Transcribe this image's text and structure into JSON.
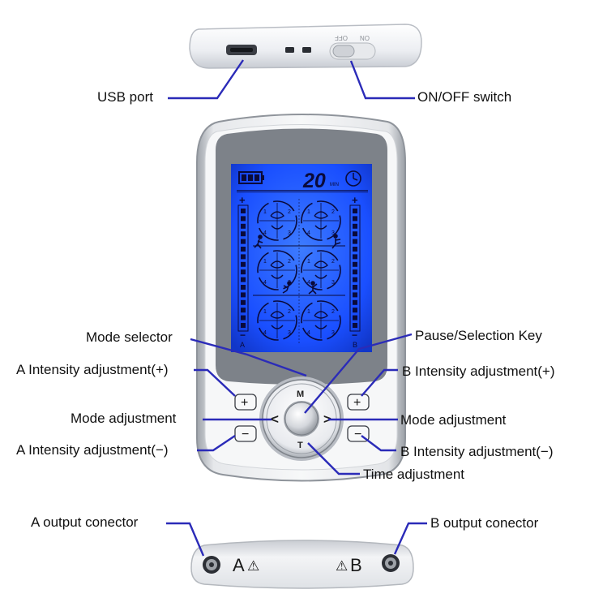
{
  "colors": {
    "leader_line": "#2b2bb8",
    "lcd_background": "#1a4fff",
    "lcd_segments": "#0a0a3a",
    "device_silver": "#c9cdd2",
    "device_white": "#f4f4f6",
    "text": "#111111"
  },
  "labels": {
    "usb_port": "USB port",
    "on_off_switch": "ON/OFF switch",
    "mode_selector": "Mode selector",
    "pause_selection_key": "Pause/Selection Key",
    "a_intensity_plus": "A Intensity adjustment(+)",
    "b_intensity_plus": "B Intensity adjustment(+)",
    "mode_adjustment_left": "Mode adjustment",
    "mode_adjustment_right": "Mode adjustment",
    "a_intensity_minus": "A Intensity adjustment(−)",
    "b_intensity_minus": "B Intensity adjustment(−)",
    "time_adjustment": "Time adjustment",
    "a_output_connector": "A output conector",
    "b_output_connector": "B output conector"
  },
  "device": {
    "switch_off": "OFF",
    "switch_on": "ON",
    "lcd_timer": "20",
    "lcd_timer_unit": "MIN",
    "channel_a": "A",
    "channel_b": "B",
    "bar_plus": "+",
    "bar_minus": "−",
    "button_m": "M",
    "button_t": "T",
    "arrow_left": "<",
    "arrow_right": ">",
    "plus_button": "+",
    "minus_button": "−",
    "connector_a": "A",
    "connector_b": "B",
    "warning_symbol": "⚠",
    "zone_numbers": [
      "1",
      "2",
      "3",
      "4"
    ]
  }
}
